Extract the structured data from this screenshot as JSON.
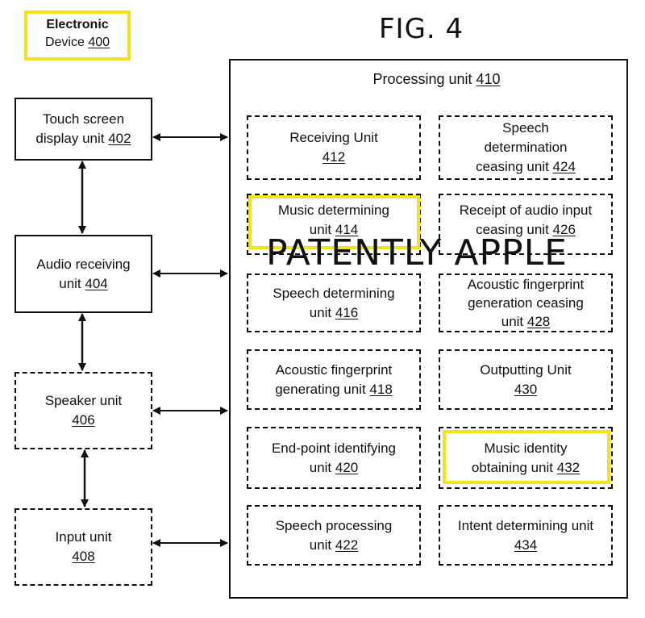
{
  "figure": {
    "title": "FIG. 4",
    "watermark": "PATENTLY APPLE",
    "highlight_color": "#f2e41c"
  },
  "device": {
    "line1": "Electronic",
    "line2": "Device ",
    "ref": "400"
  },
  "external_units": [
    {
      "label": "Touch screen",
      "label2": "display unit ",
      "ref": "402",
      "style": "solid"
    },
    {
      "label": "Audio receiving",
      "label2": "unit ",
      "ref": "404",
      "style": "solid"
    },
    {
      "label": "Speaker unit",
      "label2": "",
      "ref": "406",
      "style": "dashed"
    },
    {
      "label": "Input unit",
      "label2": "",
      "ref": "408",
      "style": "dashed"
    }
  ],
  "processing_unit": {
    "label": "Processing unit ",
    "ref": "410",
    "left_column": [
      {
        "line1": "Receiving Unit",
        "line2": "",
        "ref": "412",
        "highlighted": false
      },
      {
        "line1": "Music determining",
        "line2": "unit ",
        "ref": "414",
        "highlighted": true
      },
      {
        "line1": "Speech determining",
        "line2": "unit ",
        "ref": "416",
        "highlighted": false
      },
      {
        "line1": "Acoustic fingerprint",
        "line2": "generating unit ",
        "ref": "418",
        "highlighted": false
      },
      {
        "line1": "End-point identifying",
        "line2": "unit ",
        "ref": "420",
        "highlighted": false
      },
      {
        "line1": "Speech processing",
        "line2": "unit ",
        "ref": "422",
        "highlighted": false
      }
    ],
    "right_column": [
      {
        "line1": "Speech",
        "line1b": "determination",
        "line2": "ceasing unit ",
        "ref": "424",
        "highlighted": false
      },
      {
        "line1": "Receipt of audio input",
        "line1b": "",
        "line2": "ceasing unit ",
        "ref": "426",
        "highlighted": false
      },
      {
        "line1": "Acoustic fingerprint",
        "line1b": "generation ceasing",
        "line2": "unit ",
        "ref": "428",
        "highlighted": false
      },
      {
        "line1": "Outputting Unit",
        "line1b": "",
        "line2": "",
        "ref": "430",
        "highlighted": false
      },
      {
        "line1": "Music identity",
        "line1b": "",
        "line2": "obtaining unit ",
        "ref": "432",
        "highlighted": true
      },
      {
        "line1": "Intent determining unit",
        "line1b": "",
        "line2": "",
        "ref": "434",
        "highlighted": false
      }
    ]
  }
}
